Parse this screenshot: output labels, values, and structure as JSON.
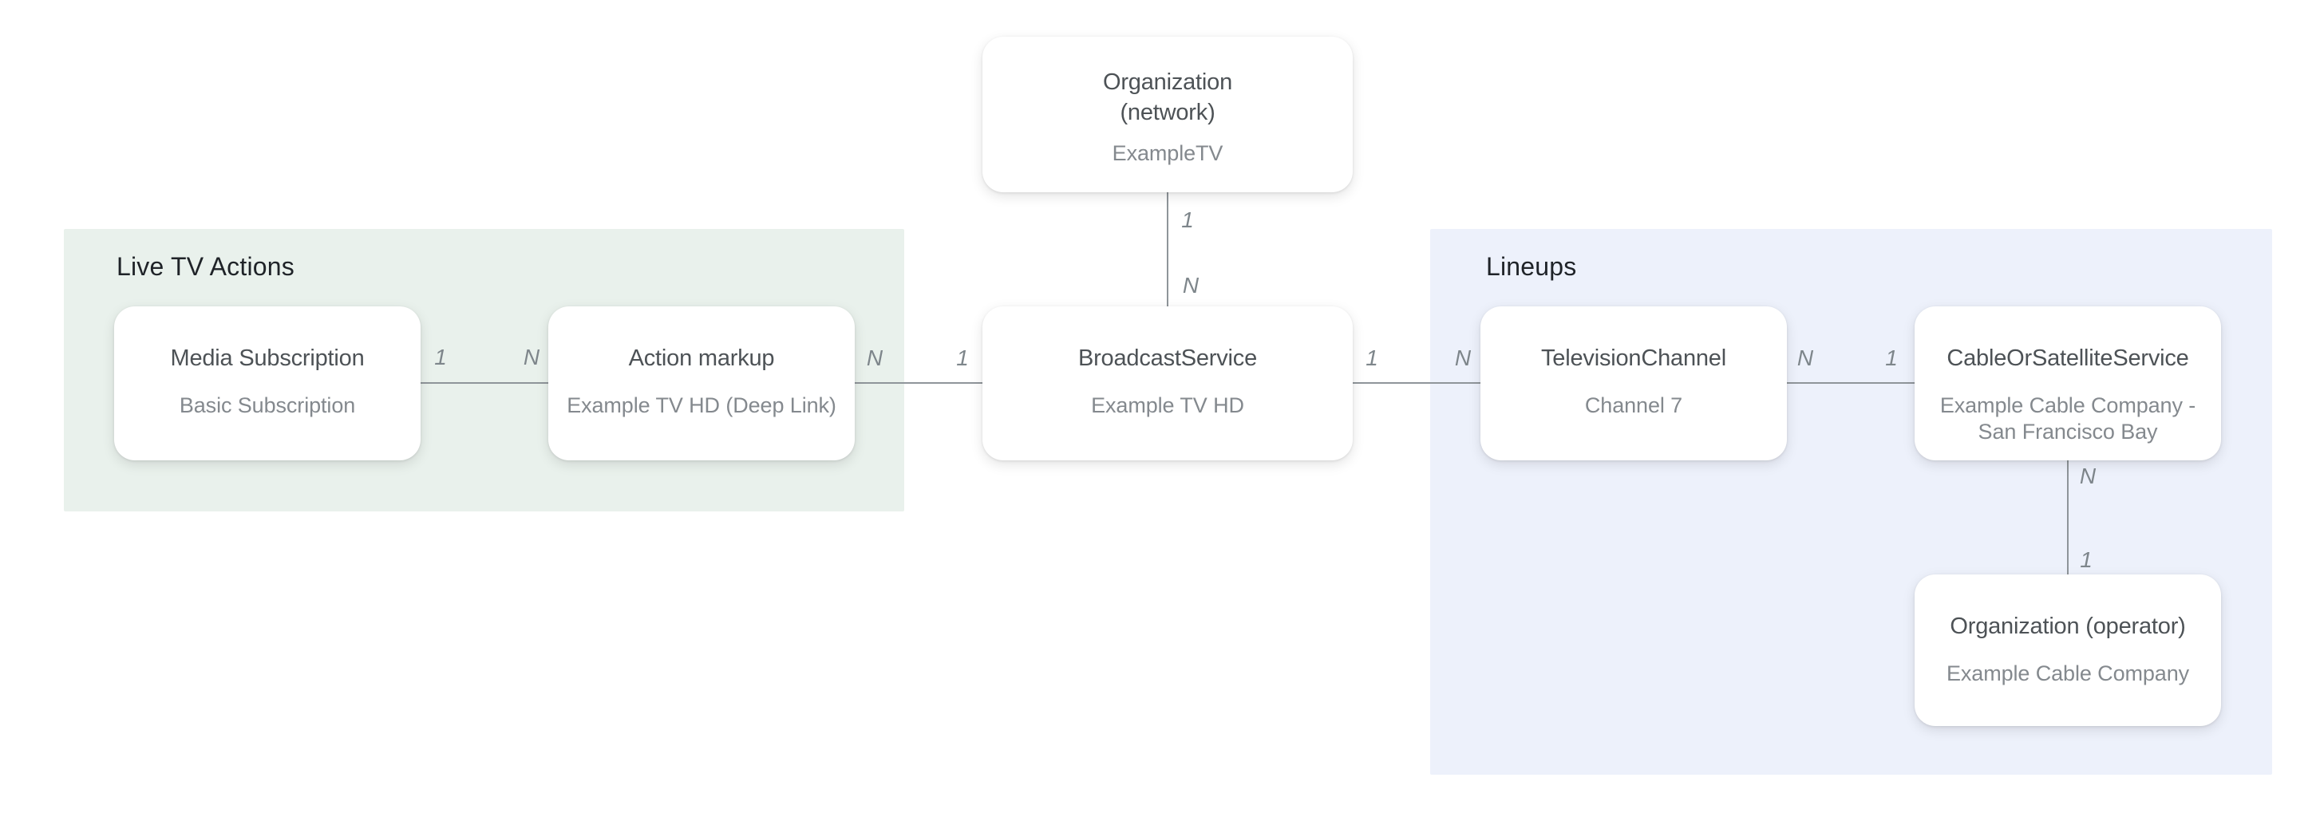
{
  "diagram": {
    "background_color": "#ffffff",
    "line_color": "#8f959a",
    "regions": {
      "live_tv_actions": {
        "title": "Live TV Actions",
        "color": "#e9f1ec"
      },
      "lineups": {
        "title": "Lineups",
        "color": "#edf1fb"
      }
    },
    "nodes": {
      "org_network": {
        "title": "Organization\n(network)",
        "subtitle": "ExampleTV"
      },
      "media_subscription": {
        "title": "Media Subscription",
        "subtitle": "Basic Subscription"
      },
      "action_markup": {
        "title": "Action markup",
        "subtitle": "Example TV HD (Deep Link)"
      },
      "broadcast_service": {
        "title": "BroadcastService",
        "subtitle": "Example TV HD"
      },
      "television_channel": {
        "title": "TelevisionChannel",
        "subtitle": "Channel 7"
      },
      "cable_or_satellite_service": {
        "title": "CableOrSatelliteService",
        "subtitle": "Example Cable Company -\nSan Francisco Bay"
      },
      "org_operator": {
        "title": "Organization (operator)",
        "subtitle": "Example Cable Company"
      }
    },
    "cardinalities": {
      "media_to_action_near": "1",
      "media_to_action_far": "N",
      "action_to_broadcast_near": "N",
      "action_to_broadcast_far": "1",
      "broadcast_to_tv_near": "1",
      "broadcast_to_tv_far": "N",
      "tv_to_cable_near": "N",
      "tv_to_cable_far": "1",
      "network_to_broadcast_top": "1",
      "network_to_broadcast_bottom": "N",
      "cable_to_operator_top": "N",
      "cable_to_operator_bottom": "1"
    }
  }
}
